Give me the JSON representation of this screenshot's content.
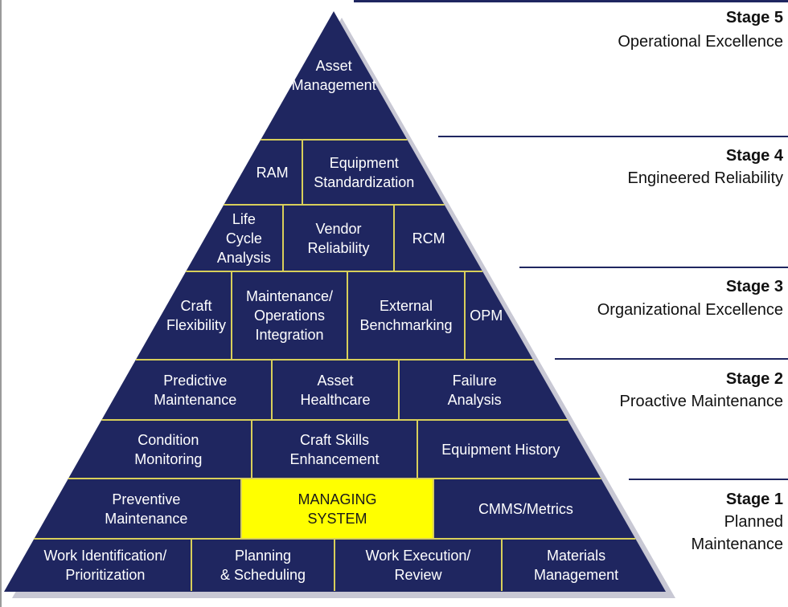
{
  "colors": {
    "block_fill": "#1f2660",
    "grid_line": "#d8cf5a",
    "highlight_fill": "#ffff00",
    "highlight_text": "#1a1a1a",
    "shadow": "#c8c8d4",
    "stage_rule": "#1f2660"
  },
  "pyramid": {
    "rows": [
      {
        "cells": [
          {
            "label": "Asset\nManagement"
          }
        ]
      },
      {
        "cells": [
          {
            "label": "RAM"
          },
          {
            "label": "Equipment\nStandardization"
          }
        ]
      },
      {
        "cells": [
          {
            "label": "Life\nCycle\nAnalysis"
          },
          {
            "label": "Vendor\nReliability"
          },
          {
            "label": "RCM"
          }
        ]
      },
      {
        "cells": [
          {
            "label": "Craft\nFlexibility"
          },
          {
            "label": "Maintenance/\nOperations\nIntegration"
          },
          {
            "label": "External\nBenchmarking"
          },
          {
            "label": "OPM"
          }
        ]
      },
      {
        "cells": [
          {
            "label": "Predictive\nMaintenance"
          },
          {
            "label": "Asset\nHealthcare"
          },
          {
            "label": "Failure\nAnalysis"
          }
        ]
      },
      {
        "cells": [
          {
            "label": "Condition\nMonitoring"
          },
          {
            "label": "Craft Skills\nEnhancement"
          },
          {
            "label": "Equipment History"
          }
        ]
      },
      {
        "cells": [
          {
            "label": "Preventive\nMaintenance"
          },
          {
            "label": "MANAGING\nSYSTEM",
            "highlight": true
          },
          {
            "label": "CMMS/Metrics"
          }
        ]
      },
      {
        "cells": [
          {
            "label": "Work Identification/\nPrioritization"
          },
          {
            "label": "Planning\n& Scheduling"
          },
          {
            "label": "Work Execution/\nReview"
          },
          {
            "label": "Materials\nManagement"
          }
        ]
      }
    ]
  },
  "stages": [
    {
      "title": "Stage 5",
      "name": "Operational Excellence"
    },
    {
      "title": "Stage 4",
      "name": "Engineered Reliability"
    },
    {
      "title": "Stage 3",
      "name": "Organizational Excellence"
    },
    {
      "title": "Stage 2",
      "name": "Proactive Maintenance"
    },
    {
      "title": "Stage 1",
      "name": "Planned\nMaintenance"
    }
  ]
}
